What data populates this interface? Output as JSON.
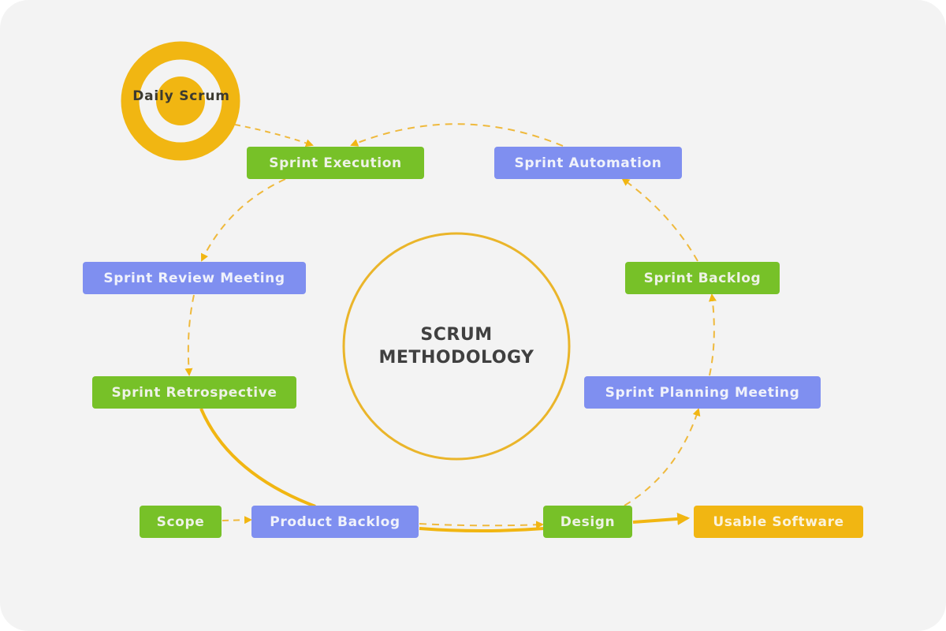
{
  "diagram": {
    "title_line1": "SCRUM",
    "title_line2": "METHODOLOGY",
    "daily_scrum": "Daily Scrum",
    "nodes": {
      "sprint_execution": "Sprint Execution",
      "sprint_automation": "Sprint Automation",
      "sprint_review_meeting": "Sprint Review Meeting",
      "sprint_backlog": "Sprint Backlog",
      "sprint_retrospective": "Sprint Retrospective",
      "sprint_planning_meeting": "Sprint Planning Meeting",
      "scope": "Scope",
      "product_backlog": "Product Backlog",
      "design": "Design",
      "usable_software": "Usable Software"
    },
    "edges": [
      {
        "from": "Daily Scrum",
        "to": "Sprint Execution",
        "style": "dashed"
      },
      {
        "from": "Sprint Automation",
        "to": "Sprint Execution",
        "style": "dashed"
      },
      {
        "from": "Sprint Execution",
        "to": "Sprint Review Meeting",
        "style": "dashed"
      },
      {
        "from": "Sprint Review Meeting",
        "to": "Sprint Retrospective",
        "style": "dashed"
      },
      {
        "from": "Sprint Retrospective",
        "to": "Product Backlog",
        "style": "solid"
      },
      {
        "from": "Scope",
        "to": "Product Backlog",
        "style": "dashed"
      },
      {
        "from": "Product Backlog",
        "to": "Design",
        "style": "dashed"
      },
      {
        "from": "Product Backlog",
        "to": "Design",
        "style": "solid"
      },
      {
        "from": "Design",
        "to": "Usable Software",
        "style": "solid"
      },
      {
        "from": "Design",
        "to": "Sprint Planning Meeting",
        "style": "dashed"
      },
      {
        "from": "Sprint Planning Meeting",
        "to": "Sprint Backlog",
        "style": "dashed"
      },
      {
        "from": "Sprint Backlog",
        "to": "Sprint Automation",
        "style": "dashed"
      }
    ],
    "colors": {
      "green": "#77c128",
      "blue": "#7f8ff0",
      "orange": "#f1b612",
      "connector": "#f1b612",
      "background": "#f3f3f3",
      "title_text": "#404040"
    }
  }
}
